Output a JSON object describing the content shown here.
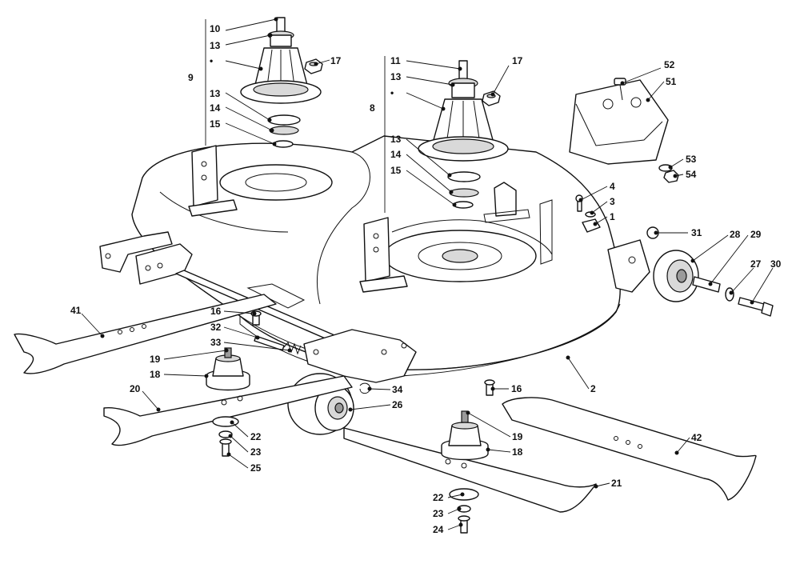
{
  "labels": [
    "1",
    "2",
    "3",
    "4",
    "8",
    "9",
    "10",
    "11",
    "13",
    "14",
    "15",
    "16",
    "17",
    "18",
    "19",
    "20",
    "21",
    "22",
    "23",
    "24",
    "25",
    "26",
    "27",
    "28",
    "29",
    "30",
    "31",
    "32",
    "33",
    "34",
    "41",
    "42",
    "51",
    "52",
    "53",
    "54"
  ]
}
